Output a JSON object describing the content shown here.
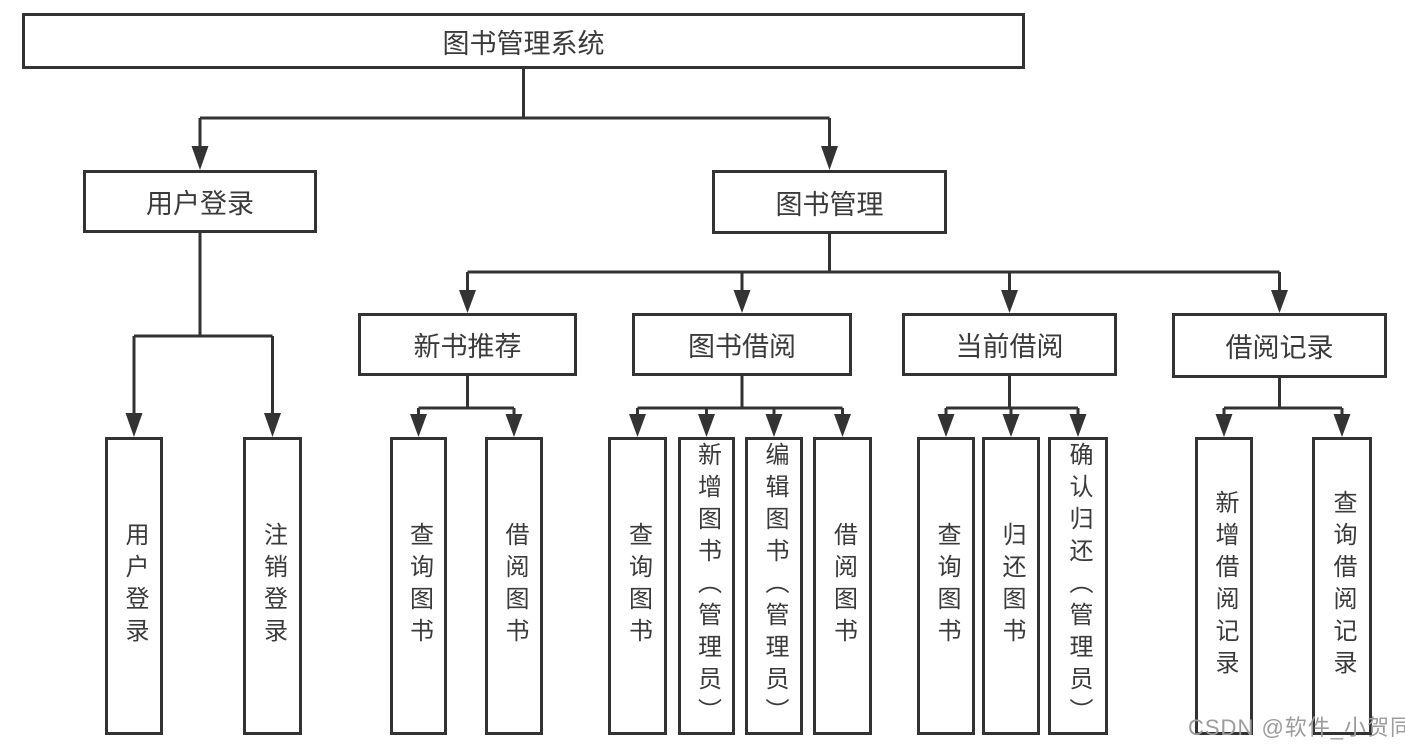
{
  "tree": {
    "root": "图书管理系统",
    "branches": [
      {
        "label": "用户登录",
        "children": [
          "用户登录",
          "注销登录"
        ]
      },
      {
        "label": "图书管理",
        "groups": [
          {
            "label": "新书推荐",
            "children": [
              "查询图书",
              "借阅图书"
            ]
          },
          {
            "label": "图书借阅",
            "children": [
              "查询图书",
              "新增图书（管理员）",
              "编辑图书（管理员）",
              "借阅图书"
            ]
          },
          {
            "label": "当前借阅",
            "children": [
              "查询图书",
              "归还图书",
              "确认归还（管理员）"
            ]
          },
          {
            "label": "借阅记录",
            "children": [
              "新增借阅记录",
              "查询借阅记录"
            ]
          }
        ]
      }
    ]
  },
  "watermark": "CSDN @软件_小贺同学",
  "colors": {
    "line": "#333333",
    "border": "#333333",
    "text": "#3a3a3a",
    "background": "#ffffff",
    "watermark": "#9c9c9c"
  }
}
